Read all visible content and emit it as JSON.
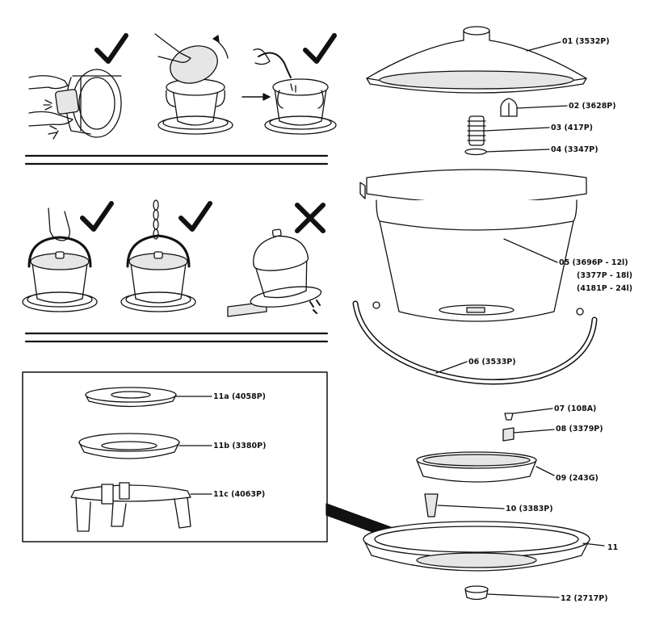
{
  "parts": [
    {
      "id": "01",
      "label": "01 (3532P)"
    },
    {
      "id": "02",
      "label": "02 (3628P)"
    },
    {
      "id": "03",
      "label": "03 (417P)"
    },
    {
      "id": "04",
      "label": "04 (3347P)"
    },
    {
      "id": "05",
      "label_lines": [
        "05 (3696P - 12l)",
        "(3377P - 18l)",
        "(4181P - 24l)"
      ]
    },
    {
      "id": "06",
      "label": "06 (3533P)"
    },
    {
      "id": "07",
      "label": "07 (108A)"
    },
    {
      "id": "08",
      "label": "08 (3379P)"
    },
    {
      "id": "09",
      "label": "09 (243G)"
    },
    {
      "id": "10",
      "label": "10 (3383P)"
    },
    {
      "id": "11",
      "label": "11"
    },
    {
      "id": "12",
      "label": "12 (2717P)"
    }
  ],
  "inset_parts": [
    {
      "id": "11a",
      "label": "11a (4058P)"
    },
    {
      "id": "11b",
      "label": "11b (3380P)"
    },
    {
      "id": "11c",
      "label": "11c  (4063P)"
    }
  ],
  "marks": {
    "row1": [
      "check",
      "check"
    ],
    "row2": [
      "check",
      "check",
      "cross"
    ]
  },
  "colors": {
    "line": "#111111",
    "fill": "#ffffff",
    "shade": "#e6e6e6",
    "dark": "#1a1a1a"
  }
}
